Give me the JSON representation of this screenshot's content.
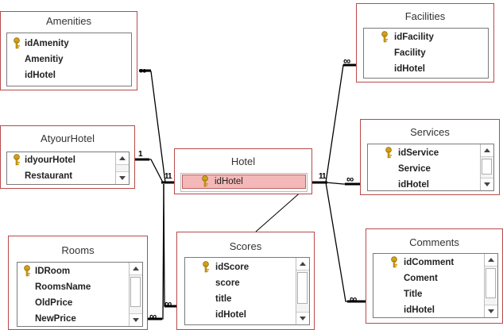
{
  "tables": {
    "amenities": {
      "title": "Amenities",
      "fields": [
        "idAmenity",
        "Amenitiy",
        "idHotel"
      ]
    },
    "atyourhotel": {
      "title": "AtyourHotel",
      "fields": [
        "idyourHotel",
        "Restaurant"
      ]
    },
    "rooms": {
      "title": "Rooms",
      "fields": [
        "IDRoom",
        "RoomsName",
        "OldPrice",
        "NewPrice"
      ]
    },
    "hotel": {
      "title": "Hotel",
      "fields": [
        "idHotel"
      ]
    },
    "scores": {
      "title": "Scores",
      "fields": [
        "idScore",
        "score",
        "title",
        "idHotel"
      ]
    },
    "facilities": {
      "title": "Facilities",
      "fields": [
        "idFacility",
        "Facility",
        "idHotel"
      ]
    },
    "services": {
      "title": "Services",
      "fields": [
        "idService",
        "Service",
        "idHotel"
      ]
    },
    "comments": {
      "title": "Comments",
      "fields": [
        "idComment",
        "Coment",
        "Title",
        "idHotel"
      ]
    }
  },
  "relationship_labels": {
    "one": "1",
    "many": "∞"
  },
  "colors": {
    "table_border": "#b84a4a",
    "selected_field": "#f4b8b8",
    "key_icon": "#d4a017"
  }
}
